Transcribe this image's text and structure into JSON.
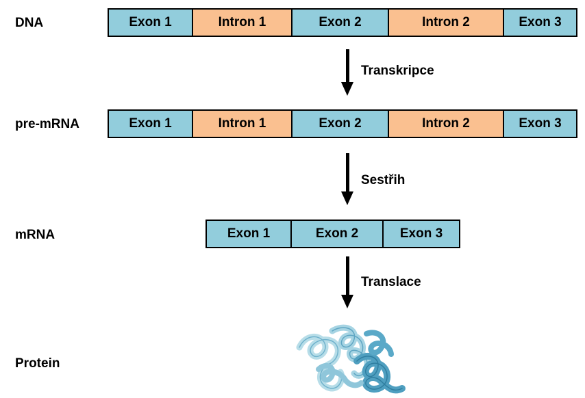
{
  "rows": {
    "dna": {
      "label": "DNA",
      "segments": [
        {
          "text": "Exon 1",
          "kind": "exon"
        },
        {
          "text": "Intron 1",
          "kind": "intron"
        },
        {
          "text": "Exon 2",
          "kind": "exon"
        },
        {
          "text": "Intron 2",
          "kind": "intron"
        },
        {
          "text": "Exon 3",
          "kind": "exon"
        }
      ]
    },
    "pre_mrna": {
      "label": "pre-mRNA",
      "segments": [
        {
          "text": "Exon 1",
          "kind": "exon"
        },
        {
          "text": "Intron 1",
          "kind": "intron"
        },
        {
          "text": "Exon 2",
          "kind": "exon"
        },
        {
          "text": "Intron 2",
          "kind": "intron"
        },
        {
          "text": "Exon 3",
          "kind": "exon"
        }
      ]
    },
    "mrna": {
      "label": "mRNA",
      "segments": [
        {
          "text": "Exon 1",
          "kind": "exon"
        },
        {
          "text": "Exon 2",
          "kind": "exon"
        },
        {
          "text": "Exon 3",
          "kind": "exon"
        }
      ]
    },
    "protein": {
      "label": "Protein"
    }
  },
  "steps": {
    "transcription": "Transkripce",
    "splicing": "Sestřih",
    "translation": "Translace"
  },
  "colors": {
    "exon": "#92cddc",
    "intron": "#fac090",
    "protein_light": "#b7dde8",
    "protein_dark": "#4f9fc0"
  },
  "icons": {
    "protein": "protein-ribbon-icon"
  }
}
